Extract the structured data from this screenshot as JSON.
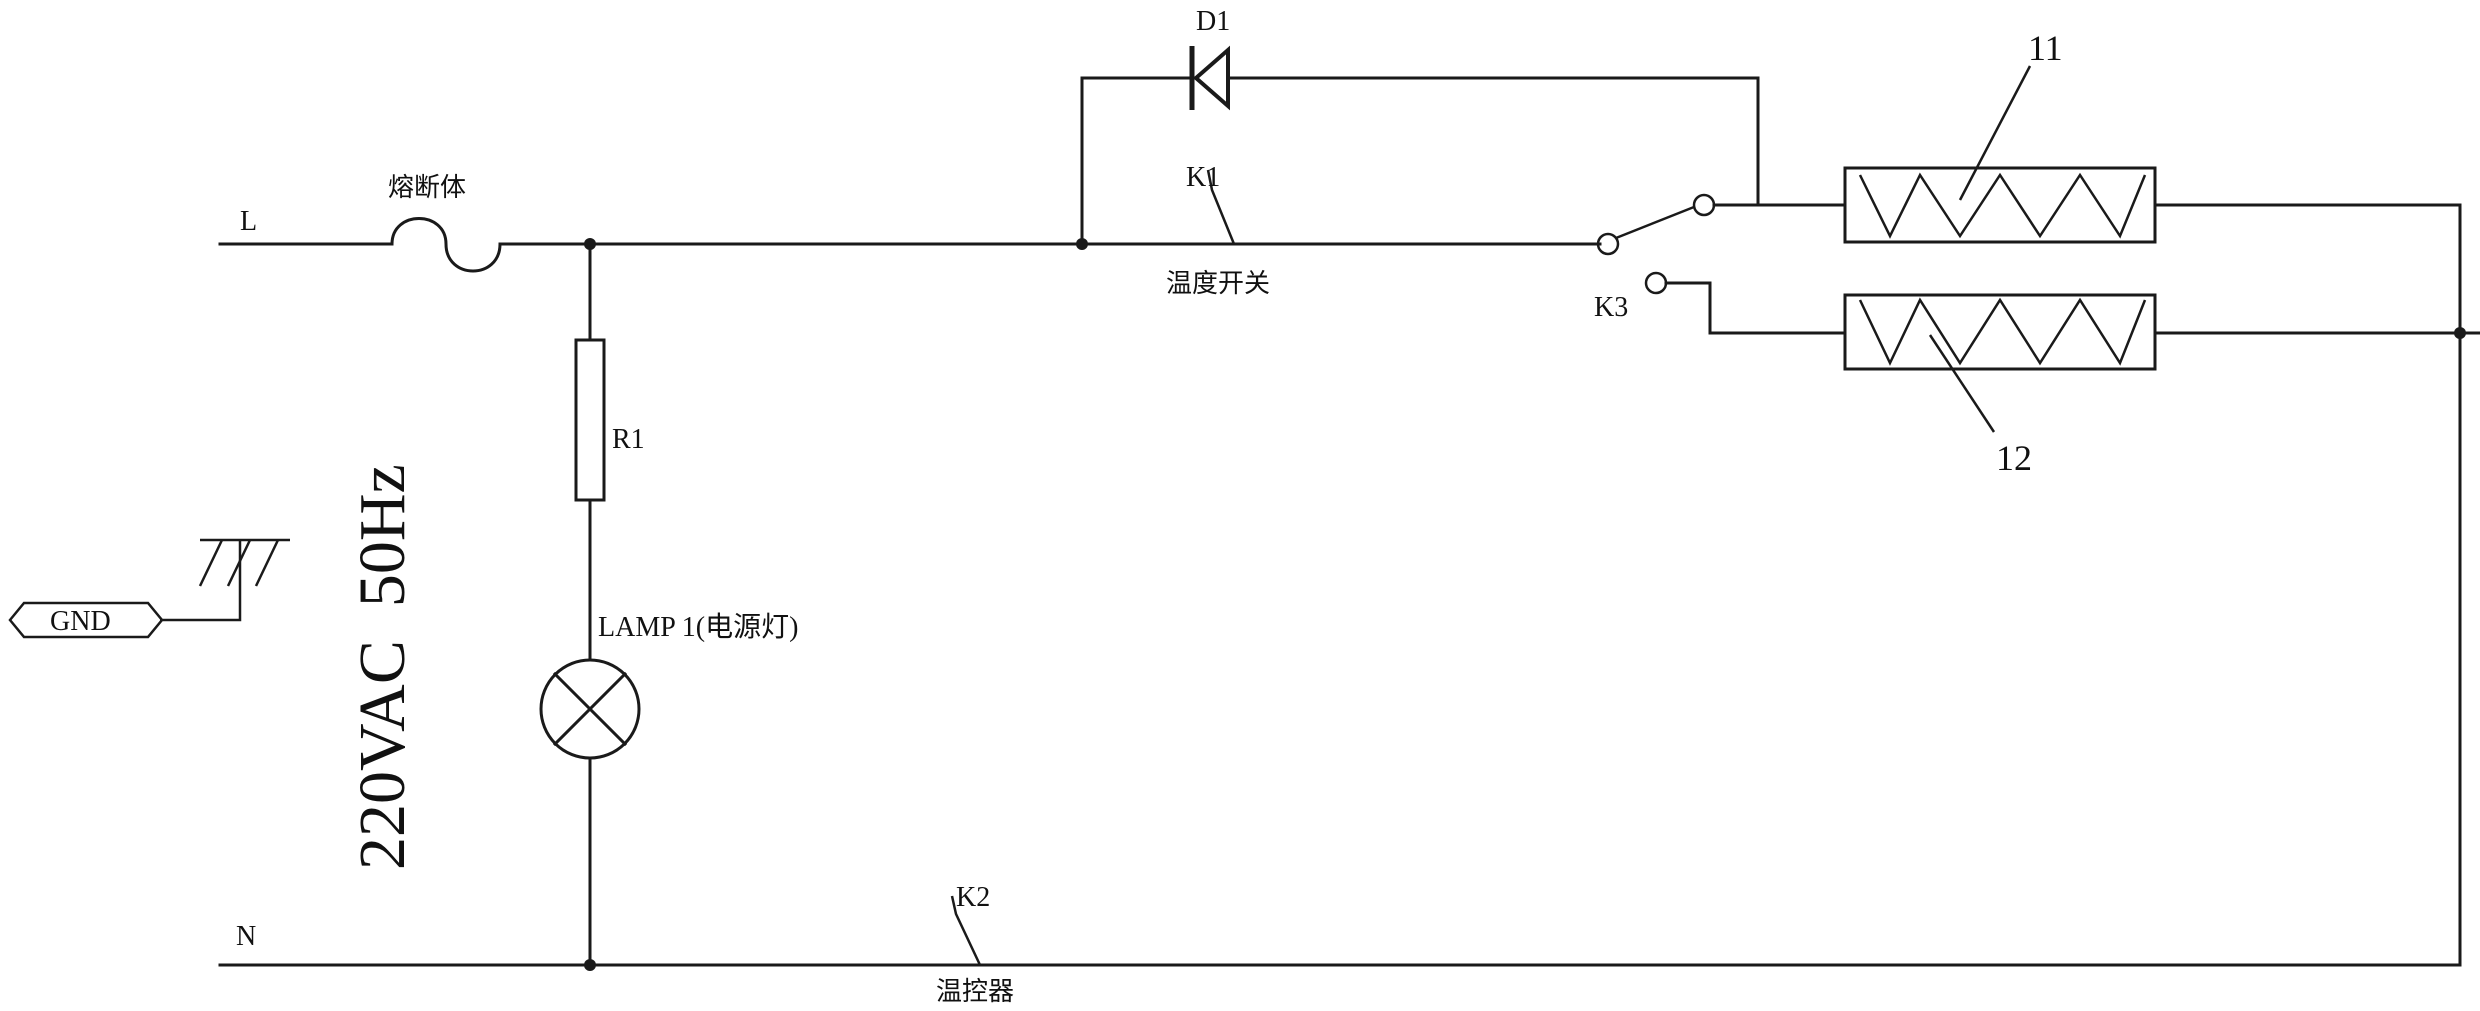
{
  "diagram": {
    "line_L": "L",
    "line_N": "N",
    "fuse_label": "熔断体",
    "diode_label": "D1",
    "k1_label": "K1",
    "k1_desc": "温度开关",
    "k2_label": "K2",
    "k2_desc": "温控器",
    "k3_label": "K3",
    "r1_label": "R1",
    "lamp_label": "LAMP 1(电源灯)",
    "supply_label": "220VAC  50Hz",
    "gnd_label": "GND",
    "heater1_label": "11",
    "heater2_label": "12"
  }
}
